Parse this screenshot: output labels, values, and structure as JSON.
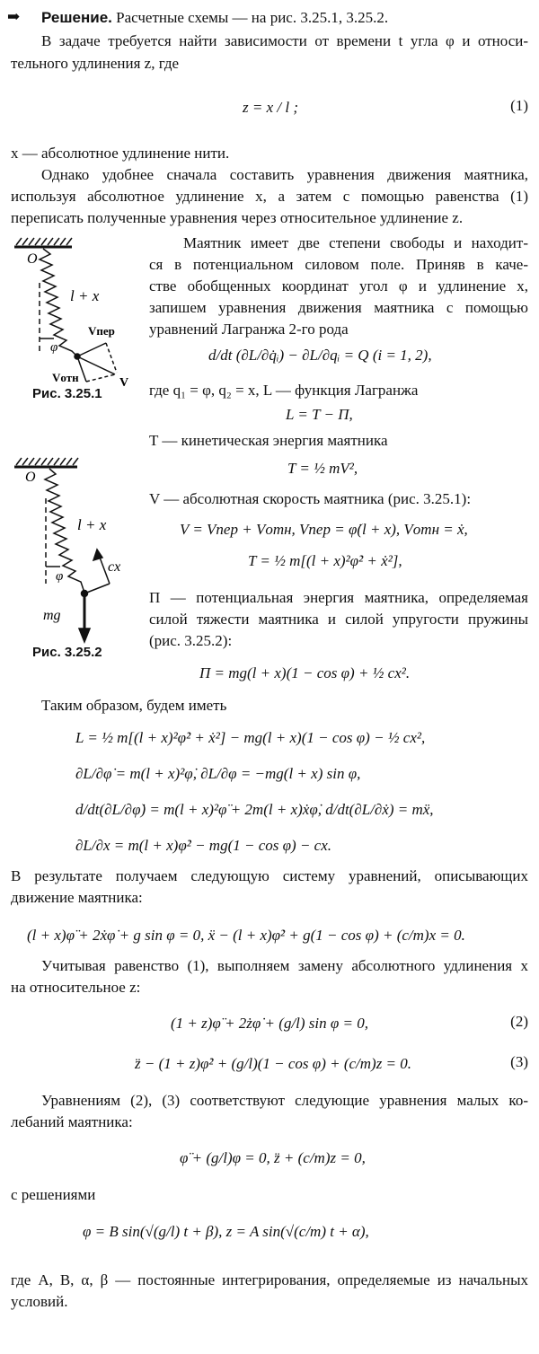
{
  "intro": {
    "arrow_icon": "right-arrow-icon",
    "heading": "Решение.",
    "heading_rest": "Расчетные схемы — на рис. 3.25.1, 3.25.2.",
    "p1_l1": "В задаче требуется найти зависимости от времени t угла φ и относи-",
    "p1_l2": "тельного удлинения z, где",
    "eq1": "z = x / l ;",
    "eq1_num": "(1)",
    "p2": "x — абсолютное удлинение нити.",
    "p3_l1": "Однако удобнее сначала составить уравнения движения маятника,",
    "p3_l2": "используя абсолютное удлинение x, а затем с помощью равенства (1)",
    "p3_l3": "переписать полученные уравнения через относительное удлинение z."
  },
  "figures": [
    {
      "caption": "Рис. 3.25.1",
      "labels": {
        "O": "O",
        "len": "l + x",
        "phi": "φ",
        "vper": "Vпер",
        "votn": "Vотн",
        "v": "V"
      }
    },
    {
      "caption": "Рис. 3.25.2",
      "labels": {
        "O": "O",
        "len": "l + x",
        "phi": "φ",
        "cx": "cx",
        "mg": "mg"
      }
    }
  ],
  "column": {
    "l1": "Маятник имеет две степени свободы и находит-",
    "l2": "ся в потенциальном силовом поле. Приняв в каче-",
    "l3": "стве обобщенных координат угол φ и удлинение x,",
    "l4": "запишем уравнения движения маятника с помощью",
    "l5": "уравнений Лагранжа 2-го рода",
    "eq_lagrange": "d/dt (∂L/∂q̇ᵢ) − ∂L/∂qᵢ = Q   (i = 1, 2),",
    "l6": "где q₁ = φ, q₂ = x, L — функция Лагранжа",
    "eq_L": "L = T − Π,",
    "l7": "T — кинетическая энергия маятника",
    "eq_T": "T = ½ mV²,",
    "l8": "V — абсолютная скорость маятника (рис. 3.25.1):",
    "eq_V": "V = Vпер + Vотн,    Vпер = φ̇(l + x),    Vотн = ẋ,",
    "eq_T2": "T = ½ m[(l + x)²φ̇² + ẋ²],",
    "l9": "Π — потенциальная энергия маятника, определяемая",
    "l10": "силой тяжести маятника и силой упругости пружины",
    "l11": "(рис. 3.25.2):",
    "eq_P": "Π = mg(l + x)(1 − cos φ) + ½ cx²."
  },
  "derivation": {
    "l1": "Таким образом, будем иметь",
    "eq_a": "L = ½ m[(l + x)²φ̇² + ẋ²] − mg(l + x)(1 − cos φ) − ½ cx²,",
    "eq_b": "∂L/∂φ̇ = m(l + x)²φ̇,    ∂L/∂φ = −mg(l + x) sin φ,",
    "eq_c": "d/dt(∂L/∂φ̇) = m(l + x)²φ̈ + 2m(l + x)ẋφ̇,    d/dt(∂L/∂ẋ) = mẍ,",
    "eq_d": "∂L/∂x = m(l + x)φ̇² − mg(1 − cos φ) − cx.",
    "l2": "В результате получаем следующую систему уравнений, описывающих",
    "l3": "движение маятника:",
    "eq_e": "(l + x)φ̈ + 2ẋφ̇ + g sin φ = 0,    ẍ − (l + x)φ̇² + g(1 − cos φ) + (c/m)x = 0.",
    "l4": "Учитывая равенство (1), выполняем замену абсолютного удлинения x",
    "l5": "на относительное z:",
    "eq2": "(1 + z)φ̈ + 2żφ̇ + (g/l) sin φ = 0,",
    "eq2_num": "(2)",
    "eq3": "z̈ − (1 + z)φ̇² + (g/l)(1 − cos φ) + (c/m)z = 0.",
    "eq3_num": "(3)",
    "l6": "Уравнениям (2), (3) соответствуют следующие уравнения малых ко-",
    "l7": "лебаний маятника:",
    "eq_small": "φ̈ + (g/l)φ = 0,    z̈ + (c/m)z = 0,",
    "l8": "с решениями",
    "eq_sol": "φ = B sin(√(g/l) t + β),    z = A sin(√(c/m) t + α),",
    "l9": "где A, B, α, β — постоянные интегрирования, определяемые из начальных",
    "l10": "условий."
  }
}
